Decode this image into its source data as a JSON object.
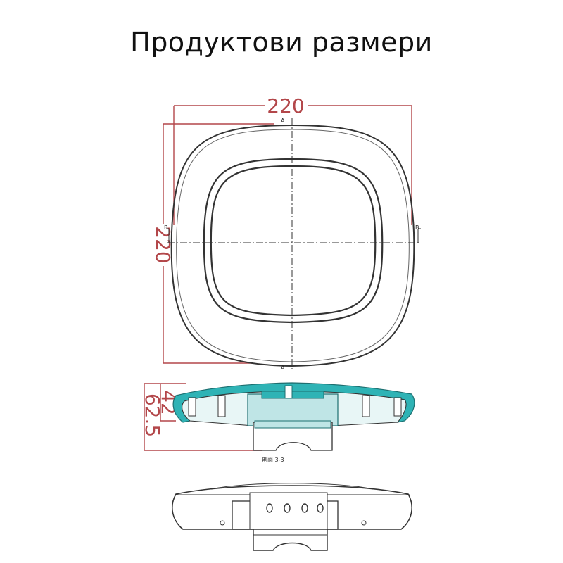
{
  "title": "Продуктови размери",
  "dimensions": {
    "top_width": "220",
    "top_height": "220",
    "side_height_a": "42",
    "side_height_b": "62.5"
  },
  "markers": {
    "section_a_top": "A",
    "section_a_bottom": "A",
    "section_b_left": "B",
    "section_b_right": "B",
    "section_caption": "剖面 3-3"
  },
  "colors": {
    "dimension": "#b3474a",
    "outline": "#333333",
    "section_fill": "#2fb3b5"
  }
}
